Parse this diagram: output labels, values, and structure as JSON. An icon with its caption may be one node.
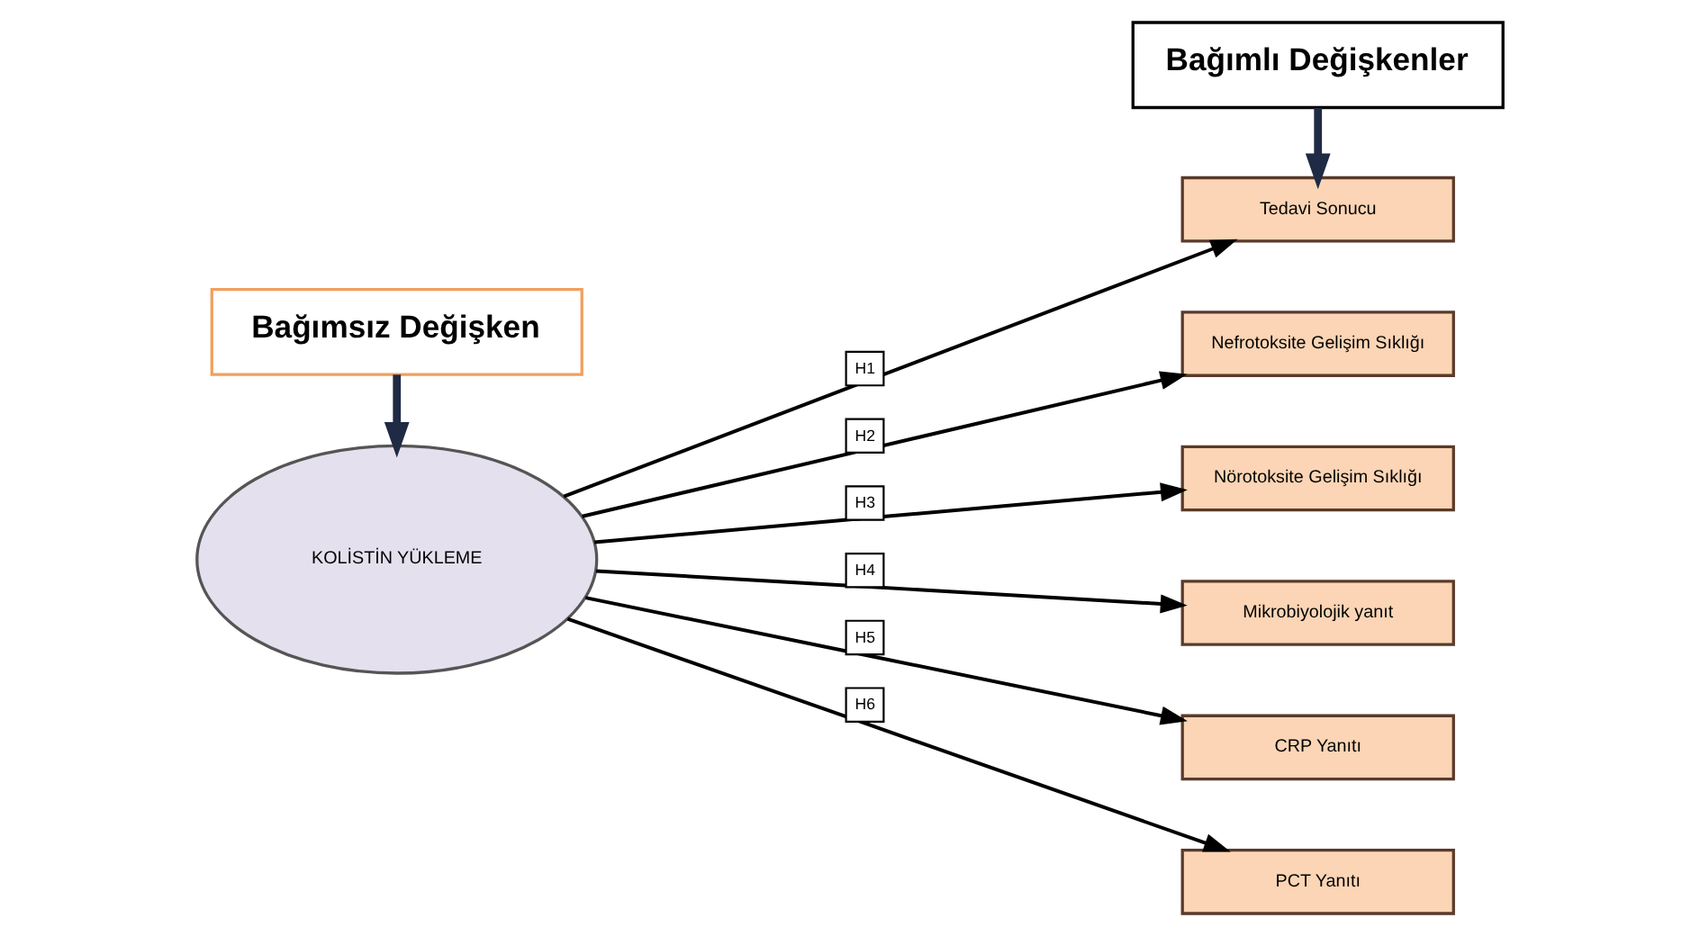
{
  "diagram": {
    "nodes": [
      {
        "text": [
          "Bağımsız Değişken"
        ]
      },
      {
        "text": [
          "Bağımlı Değişkenler"
        ]
      },
      {
        "text": [
          "KOLİSTİN YÜKLEME"
        ]
      },
      {
        "text": [
          "Tedavi Sonucu"
        ]
      },
      {
        "text": [
          "Nefrotoksite Gelişim Sıklığı"
        ]
      },
      {
        "text": [
          "Nörotoksite Gelişim Sıklığı"
        ]
      },
      {
        "text": [
          "Mikrobiyolojik yanıt"
        ]
      },
      {
        "text": [
          "CRP Yanıtı"
        ]
      },
      {
        "text": [
          "PCT Yanıtı"
        ]
      }
    ],
    "edges": [
      {
        "from": 0,
        "to": 2,
        "arrow": "to",
        "style": "thick",
        "color": "#1f2a44"
      },
      {
        "from": 1,
        "to": 3,
        "arrow": "to",
        "style": "thick",
        "color": "#1f2a44"
      },
      {
        "from": 2,
        "to": 3,
        "arrow": "to",
        "label": "H1"
      },
      {
        "from": 2,
        "to": 4,
        "arrow": "to",
        "label": "H2"
      },
      {
        "from": 2,
        "to": 5,
        "arrow": "to",
        "label": "H3"
      },
      {
        "from": 2,
        "to": 6,
        "arrow": "to",
        "label": "H4"
      },
      {
        "from": 2,
        "to": 7,
        "arrow": "to",
        "label": "H5"
      },
      {
        "from": 2,
        "to": 8,
        "arrow": "to",
        "label": "H6"
      }
    ]
  }
}
